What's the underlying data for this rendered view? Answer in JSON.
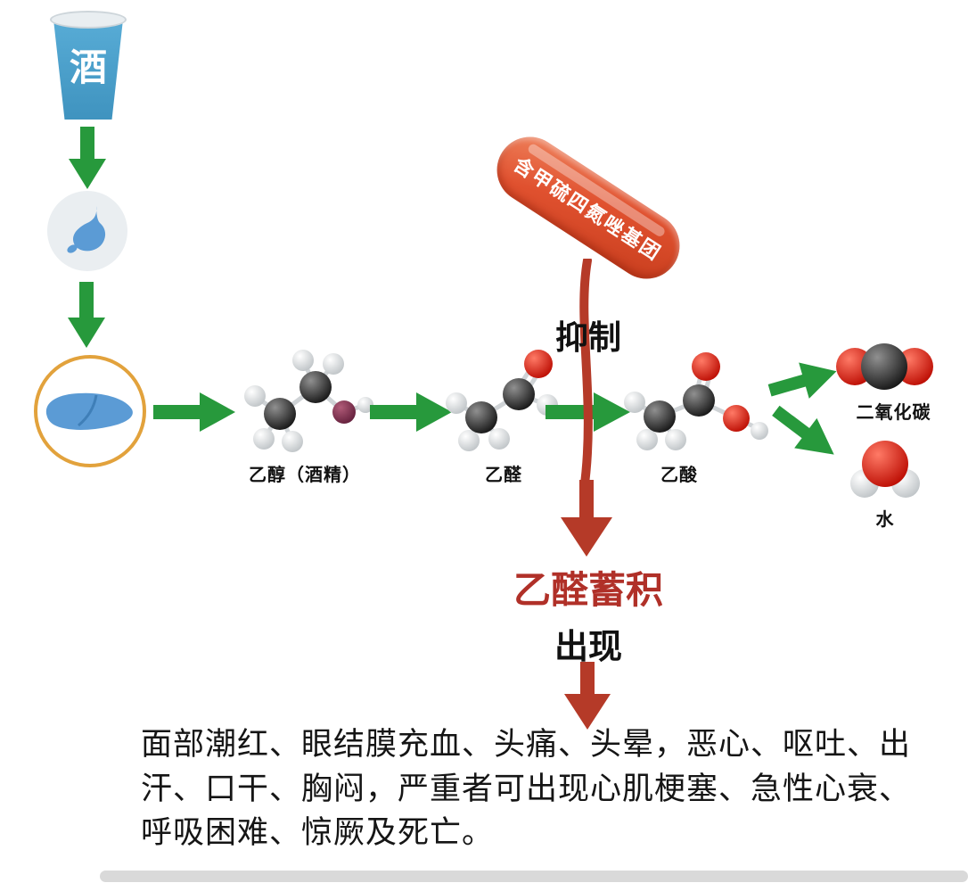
{
  "colors": {
    "arrow_green": "#27993c",
    "arrow_red": "#b53a28",
    "capsule_red": "#e0512f",
    "accent_blue": "#4da3cd",
    "liver_ring_orange": "#e2a23c",
    "accumulation_text_red": "#b03028"
  },
  "wine": {
    "label": "酒"
  },
  "molecules": {
    "ethanol": {
      "label": "乙醇（酒精）"
    },
    "acetaldehyde": {
      "label": "乙醛"
    },
    "acetic_acid": {
      "label": "乙酸"
    },
    "co2": {
      "label": "二氧化碳"
    },
    "water": {
      "label": "水"
    }
  },
  "inhibitor": {
    "capsule_label": "含甲硫四氮唑基团",
    "inhibit_label": "抑制"
  },
  "outcome": {
    "accumulation_label": "乙醛蓄积",
    "appear_label": "出现",
    "symptoms": "面部潮红、眼结膜充血、头痛、头晕，恶心、呕吐、出汗、口干、胸闷，严重者可出现心肌梗塞、急性心衰、呼吸困难、惊厥及死亡。"
  }
}
